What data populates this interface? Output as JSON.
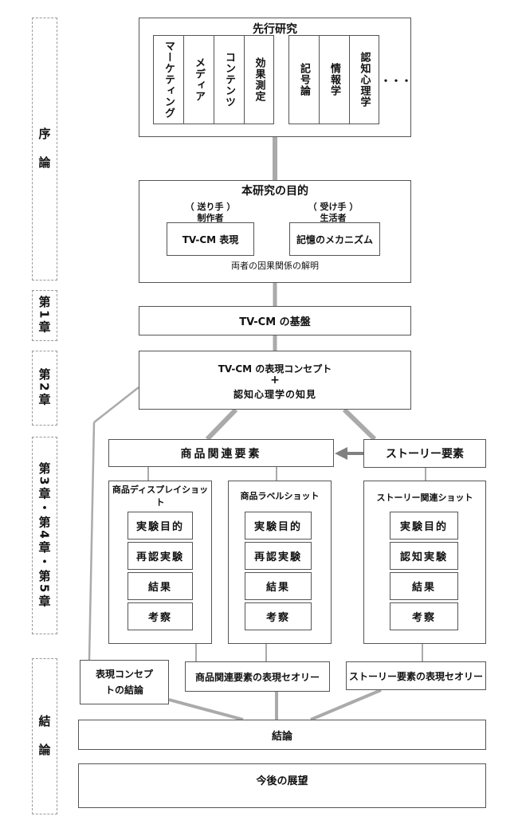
{
  "chapters": {
    "intro": "序　論",
    "ch1": "第1章",
    "ch2": "第2章",
    "ch345": "第3章・第4章・第5章",
    "conclusion": "結　論"
  },
  "prior_research": {
    "title": "先行研究",
    "group1": [
      "マーケティング",
      "メディア",
      "コンテンツ",
      "効果測定"
    ],
    "group2": [
      "記号論",
      "情報学",
      "認知心理学"
    ],
    "ellipsis": "・・・"
  },
  "purpose": {
    "title": "本研究の目的",
    "sender_role": "（ 送り手 ）",
    "sender": "制作者",
    "receiver_role": "（ 受け手 ）",
    "receiver": "生活者",
    "left_box": "TV-CM 表現",
    "right_box": "記憶のメカニズム",
    "caption": "両者の因果関係の解明"
  },
  "ch1_box": "TV-CM の基盤",
  "ch2_box": {
    "line1": "TV-CM の表現コンセプト",
    "plus": "+",
    "line2": "認知心理学の知見"
  },
  "product_elements": "商品関連要素",
  "story_elements": "ストーリー要素",
  "studies": [
    {
      "title": "商品ディスプレイショット",
      "items": [
        "実験目的",
        "再認実験",
        "結果",
        "考察"
      ]
    },
    {
      "title": "商品ラベルショット",
      "items": [
        "実験目的",
        "再認実験",
        "結果",
        "考察"
      ]
    },
    {
      "title": "ストーリー関連ショット",
      "items": [
        "実験目的",
        "認知実験",
        "結果",
        "考察"
      ]
    }
  ],
  "theories": {
    "concept": "表現コンセプトの結論",
    "product": "商品関連要素の表現セオリー",
    "story": "ストーリー要素の表現セオリー"
  },
  "conclusion_box": "結論",
  "future_box": "今後の展望",
  "colors": {
    "connector": "#aaaaaa",
    "arrow": "#808080",
    "border": "#555555"
  }
}
